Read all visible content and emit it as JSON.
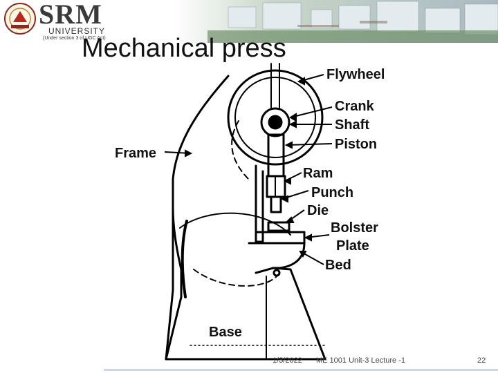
{
  "header": {
    "brand_name": "SRM",
    "brand_subtitle": "UNIVERSITY",
    "brand_note": "(Under section 3 of UGC Act)"
  },
  "slide": {
    "title": "Mechanical press"
  },
  "diagram": {
    "labels": {
      "flywheel": "Flywheel",
      "crank": "Crank",
      "shaft": "Shaft",
      "piston": "Piston",
      "frame": "Frame",
      "ram": "Ram",
      "punch": "Punch",
      "die": "Die",
      "bolster": "Bolster",
      "plate": "Plate",
      "bed": "Bed",
      "base": "Base"
    }
  },
  "footer": {
    "date": "1/3/2022",
    "course": "ME 1001 Unit-3 Lecture -1",
    "page": "22"
  }
}
